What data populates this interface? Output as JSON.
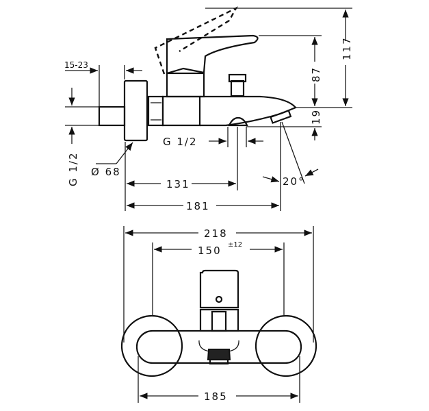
{
  "title": "Bath mixer dimension drawing",
  "dimensions": {
    "wall_adjust": "15-23",
    "inlet_thread": "G 1/2",
    "outlet_thread": "G 1/2",
    "flange_diameter": "Ø 68",
    "to_outlet": "131",
    "to_spout_tip": "181",
    "spout_angle": "20°",
    "total_height": "117",
    "lever_height": "87",
    "spout_height": "19",
    "overall_width": "218",
    "center_distance": "150",
    "center_tolerance": "±12",
    "bar_width": "185"
  }
}
